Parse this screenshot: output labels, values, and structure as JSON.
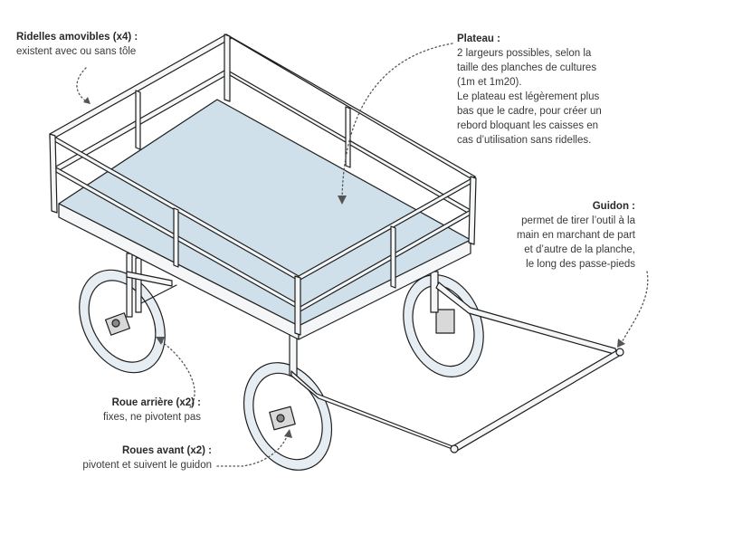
{
  "labels": {
    "ridelles": {
      "title": "Ridelles amovibles (x4) :",
      "lines": [
        "existent avec ou sans tôle"
      ]
    },
    "plateau": {
      "title": "Plateau :",
      "lines": [
        "2 largeurs possibles, selon la",
        "taille des planches de cultures",
        "(1m et 1m20).",
        "Le plateau est légèrement plus",
        "bas que le cadre, pour créer un",
        "rebord bloquant les caisses en",
        "cas d’utilisation sans ridelles."
      ]
    },
    "guidon": {
      "title": "Guidon :",
      "lines": [
        "permet de tirer l’outil à la",
        "main en marchant de part",
        "et d’autre de la planche,",
        "le long des passe-pieds"
      ]
    },
    "roue_arriere": {
      "title": "Roue arrière (x2) :",
      "lines": [
        "fixes, ne pivotent pas"
      ]
    },
    "roues_avant": {
      "title": "Roues avant (x2) :",
      "lines": [
        "pivotent et suivent le guidon"
      ]
    }
  },
  "colors": {
    "deck": "#cfe0ea",
    "frame": "#f4f6f7",
    "stroke": "#1e1e1e",
    "tire": "#e6eef3",
    "dots": "#555555"
  }
}
